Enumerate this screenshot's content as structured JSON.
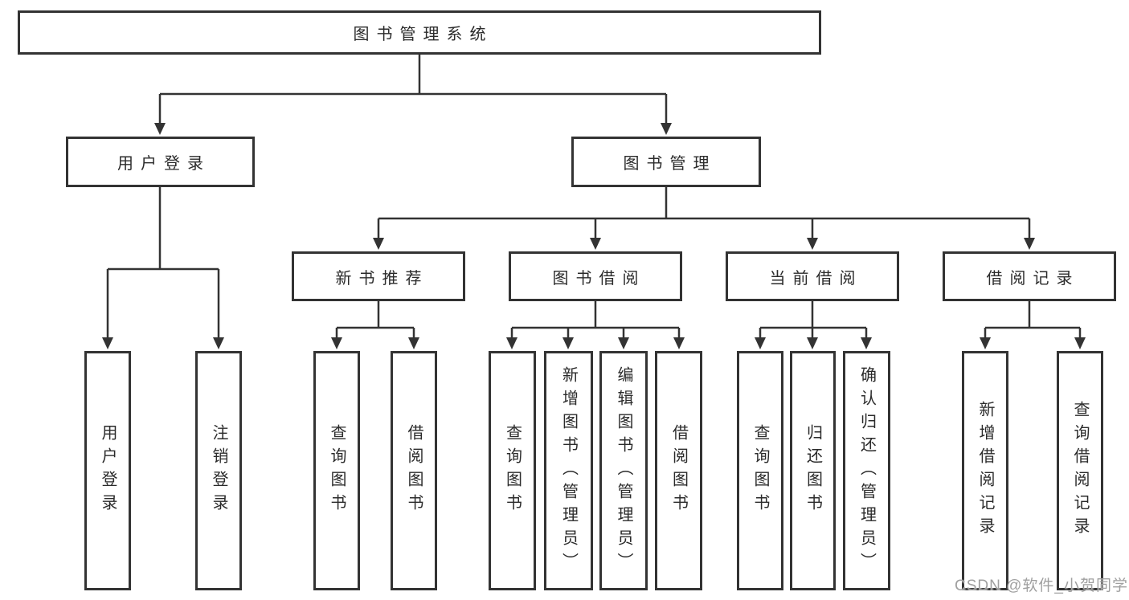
{
  "colors": {
    "line": "#333333",
    "text": "#2b2b2b",
    "watermark": "#a0a0a0",
    "background": "#ffffff"
  },
  "watermark": "CSDN @软件_小贺同学",
  "tree": {
    "root": {
      "label": "图书管理系统"
    },
    "branches": [
      {
        "label": "用户登录",
        "children": [
          {
            "label": "用户登录"
          },
          {
            "label": "注销登录"
          }
        ]
      },
      {
        "label": "图书管理",
        "children": [
          {
            "label": "新书推荐",
            "children": [
              {
                "label": "查询图书"
              },
              {
                "label": "借阅图书"
              }
            ]
          },
          {
            "label": "图书借阅",
            "children": [
              {
                "label": "查询图书"
              },
              {
                "label": "新增图书（管理员）"
              },
              {
                "label": "编辑图书（管理员）"
              },
              {
                "label": "借阅图书"
              }
            ]
          },
          {
            "label": "当前借阅",
            "children": [
              {
                "label": "查询图书"
              },
              {
                "label": "归还图书"
              },
              {
                "label": "确认归还（管理员）"
              }
            ]
          },
          {
            "label": "借阅记录",
            "children": [
              {
                "label": "新增借阅记录"
              },
              {
                "label": "查询借阅记录"
              }
            ]
          }
        ]
      }
    ]
  }
}
